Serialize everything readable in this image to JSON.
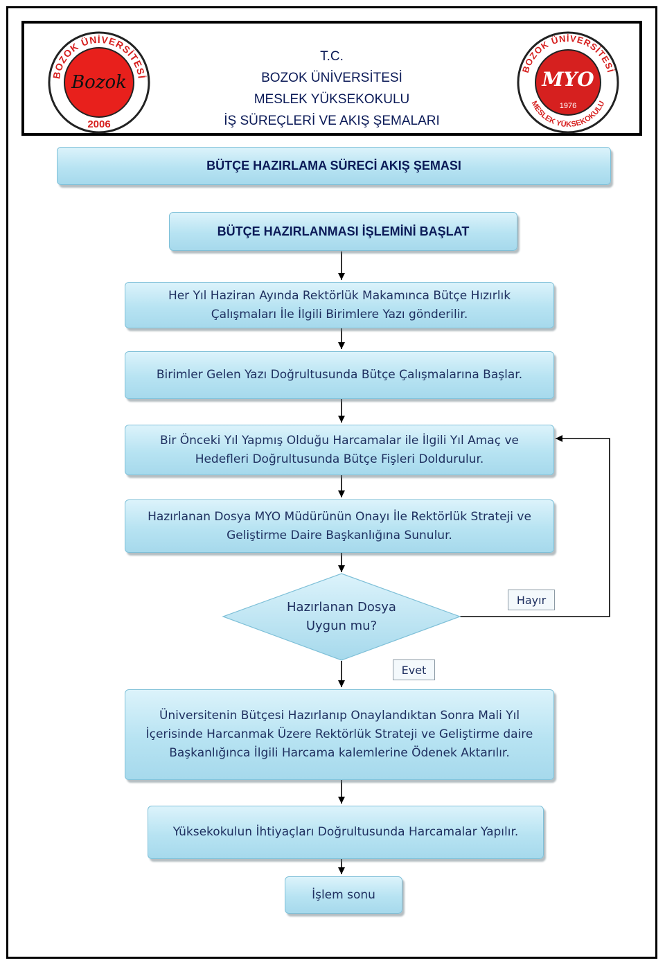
{
  "header": {
    "line1": "T.C.",
    "line2": "BOZOK ÜNİVERSİTESİ",
    "line3": "MESLEK YÜKSEKOKULU",
    "line4": "İŞ SÜREÇLERİ VE AKIŞ ŞEMALARI"
  },
  "logo_left": {
    "ring_text": "BOZOK ÜNİVERSİTESİ",
    "year": "2006",
    "signature": "Bozok"
  },
  "logo_right": {
    "ring_text": "BOZOK ÜNİVERSİTESİ",
    "bottom_text": "MESLEK YÜKSEKOKULU",
    "year": "1976",
    "mark": "MYO"
  },
  "diagram": {
    "title": "BÜTÇE HAZIRLAMA SÜRECİ AKIŞ ŞEMASI",
    "start": "BÜTÇE HAZIRLANMASI İŞLEMİNİ BAŞLAT",
    "step1": "Her Yıl Haziran Ayında Rektörlük Makamınca Bütçe Hızırlık Çalışmaları İle İlgili Birimlere Yazı gönderilir.",
    "step2": "Birimler Gelen Yazı Doğrultusunda Bütçe Çalışmalarına Başlar.",
    "step3": "Bir Önceki Yıl Yapmış Olduğu Harcamalar ile İlgili Yıl Amaç ve Hedefleri Doğrultusunda Bütçe Fişleri Doldurulur.",
    "step4": "Hazırlanan Dosya MYO Müdürünün Onayı İle Rektörlük Strateji ve Geliştirme Daire Başkanlığına Sunulur.",
    "decision_line1": "Hazırlanan Dosya",
    "decision_line2": "Uygun mu?",
    "no_label": "Hayır",
    "yes_label": "Evet",
    "step5": "Üniversitenin Bütçesi Hazırlanıp Onaylandıktan Sonra Mali Yıl İçerisinde Harcanmak Üzere Rektörlük Strateji ve Geliştirme daire Başkanlığınca İlgili Harcama kalemlerine Ödenek Aktarılır.",
    "step6": "Yüksekokulun İhtiyaçları Doğrultusunda Harcamalar Yapılır.",
    "end": "İşlem sonu"
  },
  "colors": {
    "box_fill": "#b7e3f2",
    "text": "#1f3060",
    "left_logo_red": "#e8201c",
    "right_logo_red": "#d6201f"
  }
}
